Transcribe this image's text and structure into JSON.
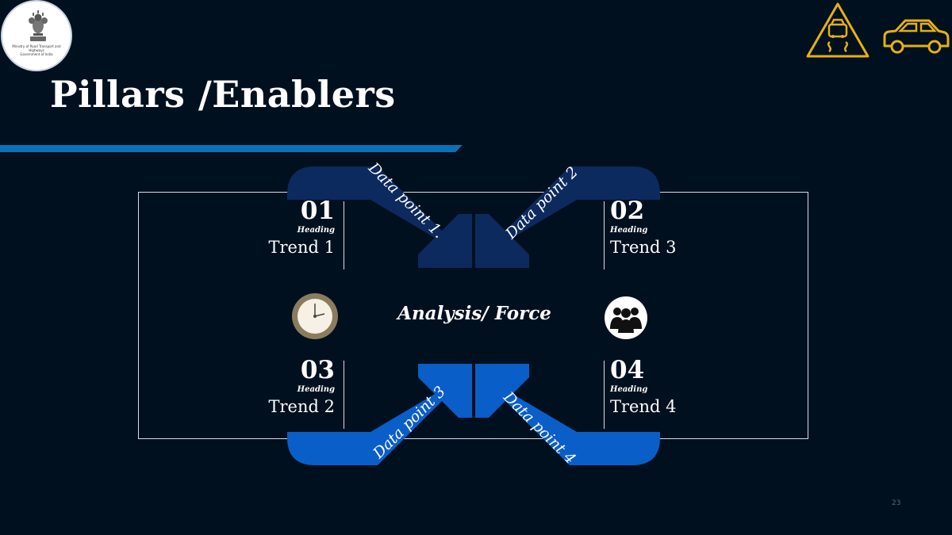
{
  "logo": {
    "icon": "national-emblem",
    "caption_line1": "Ministry of Road Transport and Highways",
    "caption_line2": "Government of India"
  },
  "title": "Pillars /Enablers",
  "header_icons": [
    "road-warning-sign-icon",
    "car-icon"
  ],
  "colors": {
    "background": "#00101f",
    "accent_line": "#0a72b4",
    "arrow_dark": "#0c2a5e",
    "arrow_light": "#0a5ec8",
    "header_icon": "#e6b10f"
  },
  "diagram": {
    "center_label": "Analysis/ Force",
    "center_icons": [
      "clock-icon",
      "people-group-icon"
    ],
    "trends": [
      {
        "number": "01",
        "heading": "Heading",
        "label": "Trend 1"
      },
      {
        "number": "02",
        "heading": "Heading",
        "label": "Trend 3"
      },
      {
        "number": "03",
        "heading": "Heading",
        "label": "Trend 2"
      },
      {
        "number": "04",
        "heading": "Heading",
        "label": "Trend 4"
      }
    ],
    "data_points": [
      "Data point 1.",
      "Data point 2",
      "Data point 3",
      "Data point 4"
    ]
  },
  "page_number": "23"
}
